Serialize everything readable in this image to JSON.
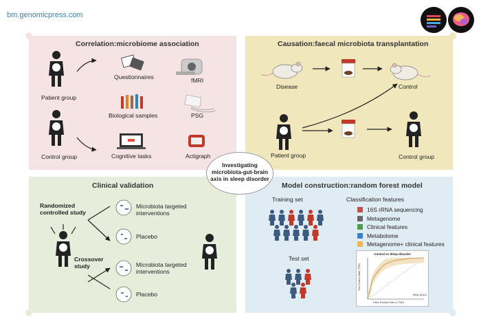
{
  "site_url": "bm.genomicpress.com",
  "panels": {
    "correlation": {
      "title": "Correlation:microbiome association",
      "patient_group": "Patient group",
      "control_group": "Control group",
      "questionnaires": "Questionnaires",
      "fmri": "fMRI",
      "biological_samples": "Biological samples",
      "psg": "PSG",
      "cognitive_tasks": "Cognitive tasks",
      "actigraph": "Actigraph"
    },
    "causation": {
      "title": "Causation:faecal microbiota transplantation",
      "disease": "Disease",
      "control": "Control",
      "patient_group": "Patient group",
      "control_group": "Control group"
    },
    "clinical": {
      "title": "Clinical validation",
      "rct": "Randomized controlled study",
      "crossover": "Crossover study",
      "mti1": "Microbiota targeted interventions",
      "placebo1": "Placebo",
      "mti2": "Microbiota targeted interventions",
      "placebo2": "Placebo"
    },
    "model": {
      "title": "Model construction:random forest model",
      "training_set": "Training set",
      "test_set": "Test set",
      "classification_features": "Classification features",
      "features": [
        {
          "label": "16S rRNA sequencing",
          "color": "#c0504d"
        },
        {
          "label": "Metagenome",
          "color": "#666666"
        },
        {
          "label": "Clinical features",
          "color": "#4f9a4f"
        },
        {
          "label": "Metabolome",
          "color": "#3f7fc6"
        },
        {
          "label": "Metagenome+ clinical features",
          "color": "#f0b455"
        }
      ],
      "roc": {
        "title": "Control vs Sleep disorder",
        "xlabel": "False Positive Rate (1-TNR)",
        "ylabel": "True Positive Rate (TPR)",
        "legend": "Mean (AUC)"
      }
    }
  },
  "center_text": "Investigating microbiota-gut-brain axis in sleep disorder",
  "chart_data": {
    "type": "line",
    "title": "Control vs Sleep disorder",
    "xlabel": "False Positive Rate (1-TNR)",
    "ylabel": "True Positive Rate (TPR)",
    "xlim": [
      0,
      1
    ],
    "ylim": [
      0,
      1
    ],
    "series": [
      {
        "name": "Mean (AUC)",
        "color": "#c9a25a",
        "x": [
          0,
          0.05,
          0.08,
          0.12,
          0.15,
          0.2,
          0.25,
          0.3,
          0.4,
          0.5,
          0.65,
          0.8,
          1.0
        ],
        "y": [
          0,
          0.25,
          0.45,
          0.55,
          0.62,
          0.7,
          0.78,
          0.84,
          0.9,
          0.94,
          0.97,
          0.99,
          1.0
        ]
      }
    ]
  }
}
